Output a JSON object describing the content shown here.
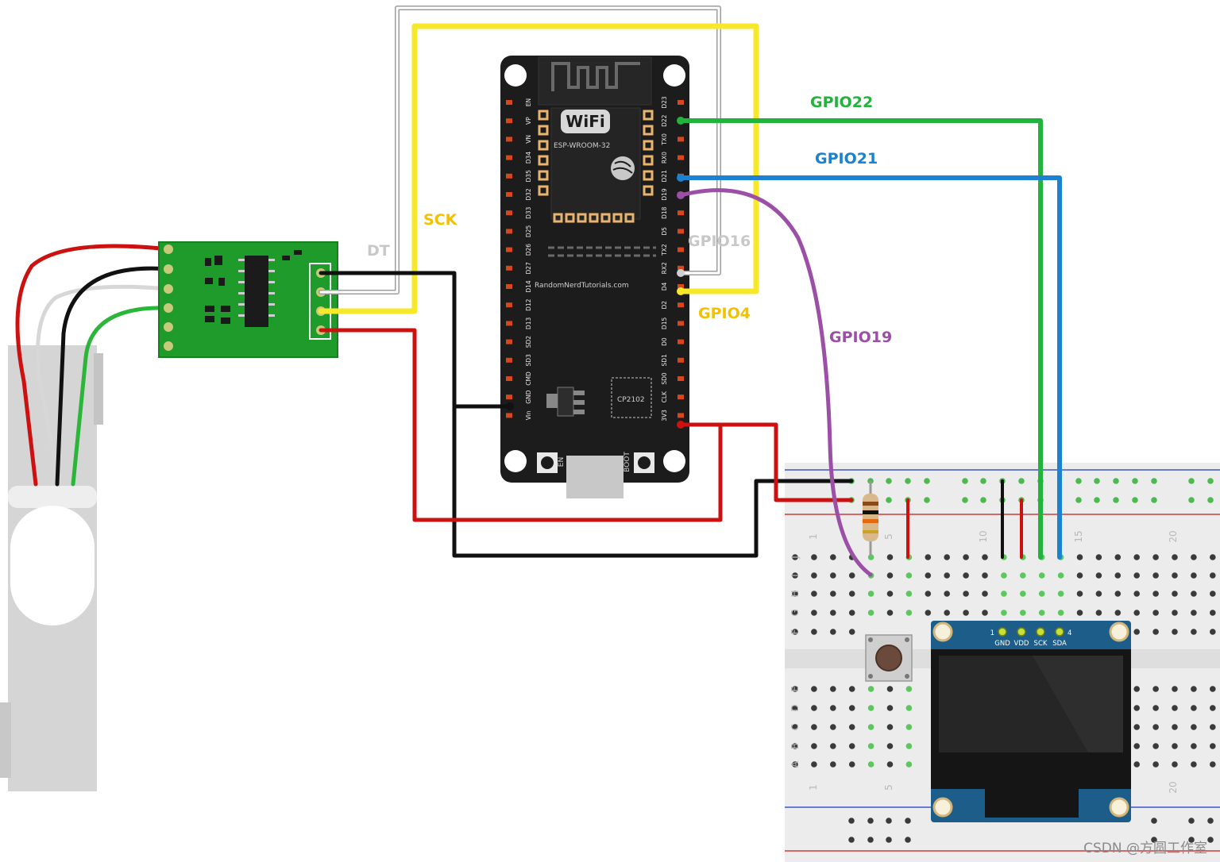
{
  "labels": {
    "gpio22": "GPIO22",
    "gpio21": "GPIO21",
    "gpio16": "GPIO16",
    "gpio4": "GPIO4",
    "gpio19": "GPIO19",
    "sck": "SCK",
    "dt": "DT"
  },
  "esp32": {
    "module": "ESP-WROOM-32",
    "wifi": "WiFi",
    "brand": "RandomNerdTutorials.com",
    "usb_chip": "CP2102",
    "btn_en": "EN",
    "btn_boot": "BOOT",
    "left_pins": [
      "EN",
      "VP",
      "VN",
      "D34",
      "D35",
      "D32",
      "D33",
      "D25",
      "D26",
      "D27",
      "D14",
      "D12",
      "D13",
      "SD2",
      "SD3",
      "CMD",
      "GND",
      "Vin"
    ],
    "right_pins": [
      "D23",
      "D22",
      "TX0",
      "RX0",
      "D21",
      "D19",
      "D18",
      "D5",
      "TX2",
      "RX2",
      "D4",
      "D2",
      "D15",
      "D0",
      "SD1",
      "SD0",
      "CLK",
      "3V3"
    ]
  },
  "oled": {
    "pins": [
      "GND",
      "VDD",
      "SCK",
      "SDA"
    ],
    "pin_first": "1",
    "pin_last": "4"
  },
  "breadboard": {
    "col_numbers_top": [
      "1",
      "5",
      "10",
      "15",
      "20"
    ],
    "col_numbers_bottom": [
      "1",
      "5",
      "20"
    ],
    "row_letters_top": [
      "J",
      "I",
      "H",
      "G",
      "F"
    ],
    "row_letters_bottom": [
      "E",
      "D",
      "C",
      "B",
      "A"
    ]
  },
  "watermark": "CSDN @方圆工作室",
  "colors": {
    "gpio22": "#21b33c",
    "gpio21": "#1a82d0",
    "gpio16": "#c8c8c8",
    "gpio4": "#f2c200",
    "gpio19": "#9b4fa6",
    "sck": "#f2c200",
    "dt": "#c8c8c8",
    "pcb_green": "#1f9b2b",
    "esp_board": "#1c1c1c",
    "oled_blue": "#1d5d8a"
  }
}
